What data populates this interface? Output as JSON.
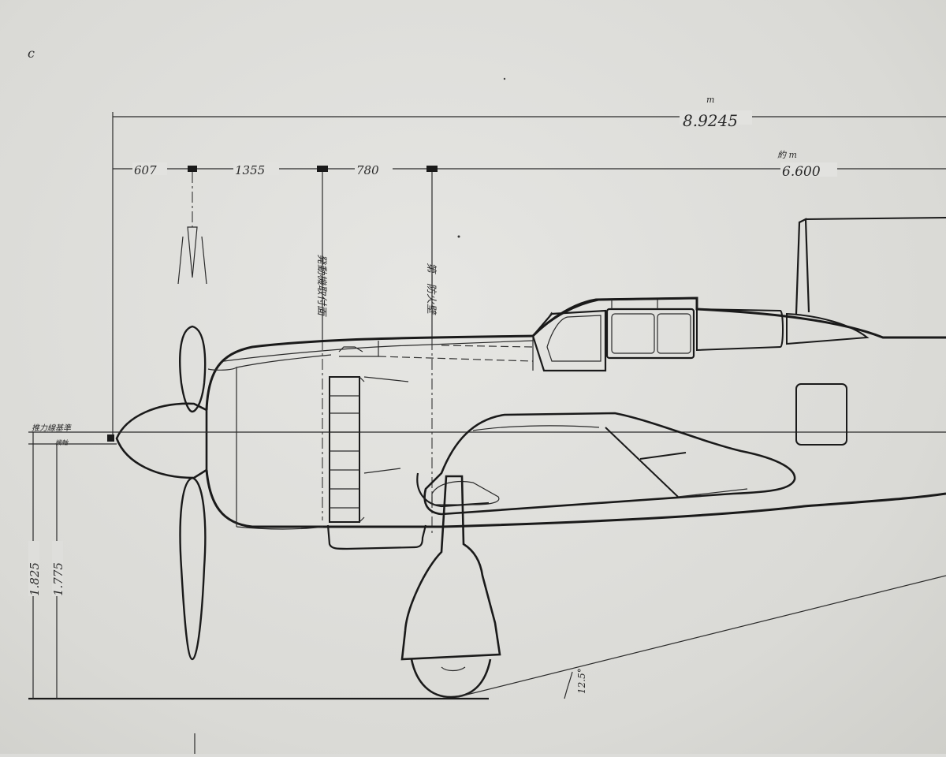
{
  "dimensions": {
    "overall_length": "8.9245",
    "overall_length_unit": "m",
    "segment_1": "607",
    "segment_2": "1355",
    "segment_3": "780",
    "segment_4": "6.600",
    "segment_4_unit": "約 m",
    "height_1": "1.825",
    "height_2": "1.775",
    "angle": "12.5°",
    "corner_mark": "c"
  },
  "annotations": {
    "datum_label": "推力線基準",
    "datum_sub": "機軸",
    "station_1": "発動機取付面",
    "station_2": "第一防火壁"
  }
}
